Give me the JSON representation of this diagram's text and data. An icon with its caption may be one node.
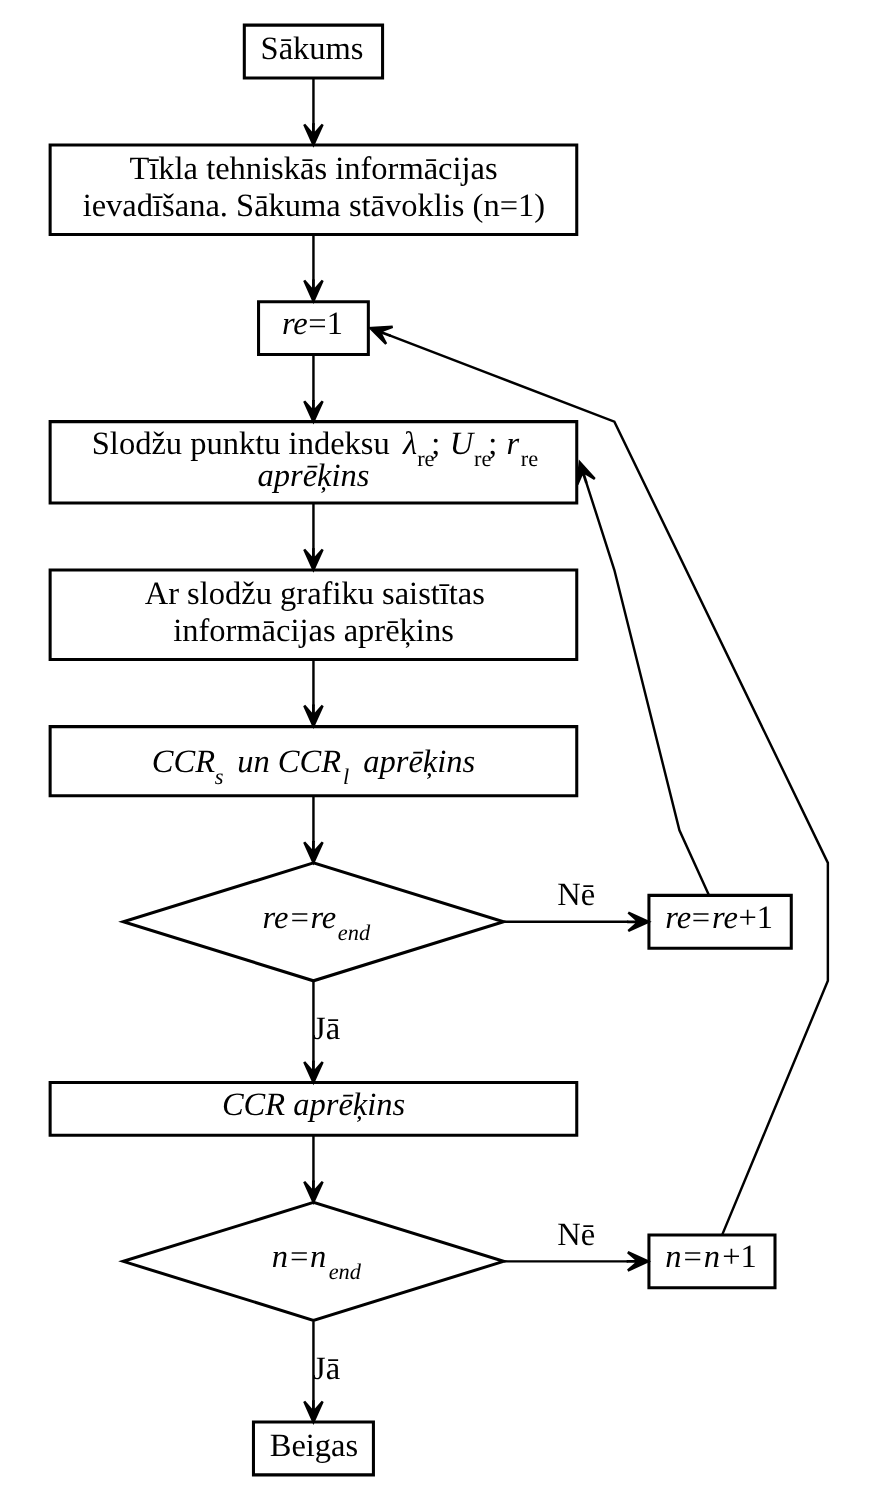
{
  "diagram": {
    "nodes": [
      {
        "text": [
          "Sākums"
        ]
      },
      {
        "text": [
          "Tīkla tehniskās informācijas ievadīšana. Sākuma stāvoklis (n=1)"
        ]
      },
      {
        "text": [
          "*re*=1"
        ]
      },
      {
        "text": [
          "Slodžu punktu indeksu *λ*$_{re}$; *U*$_{re}$; *r*$_{re}$ *aprēķins*"
        ]
      },
      {
        "text": [
          "Ar slodžu grafiku saistītas informācijas aprēķins"
        ]
      },
      {
        "text": [
          "CCR$_{s}$ un CCR$_{l}$ aprēķins"
        ]
      },
      {
        "text": [
          "re=re$_{end}$"
        ]
      },
      {
        "text": [
          "*re*=*re*+1"
        ]
      },
      {
        "text": [
          "CCR aprēķins"
        ]
      },
      {
        "text": [
          "n=n$_{end}$"
        ]
      },
      {
        "text": [
          "*n*=*n*+1"
        ]
      },
      {
        "text": [
          "Beigas"
        ]
      }
    ],
    "edges": [
      {
        "from": 0,
        "to": 1,
        "arrow": "to"
      },
      {
        "from": 1,
        "to": 2,
        "arrow": "to"
      },
      {
        "from": 2,
        "to": 3,
        "arrow": "to"
      },
      {
        "from": 3,
        "to": 4,
        "arrow": "to"
      },
      {
        "from": 4,
        "to": 5,
        "arrow": "to"
      },
      {
        "from": 5,
        "to": 6,
        "arrow": "to"
      },
      {
        "from": 6,
        "to": 7,
        "arrow": "to",
        "label": "Nē"
      },
      {
        "from": 7,
        "to": 3,
        "arrow": "to"
      },
      {
        "from": 6,
        "to": 8,
        "arrow": "to",
        "label": "Jā"
      },
      {
        "from": 8,
        "to": 9,
        "arrow": "to"
      },
      {
        "from": 9,
        "to": 10,
        "arrow": "to",
        "label": "Nē"
      },
      {
        "from": 10,
        "to": 2,
        "arrow": "to"
      },
      {
        "from": 9,
        "to": 11,
        "arrow": "to",
        "label": "Jā"
      }
    ]
  }
}
